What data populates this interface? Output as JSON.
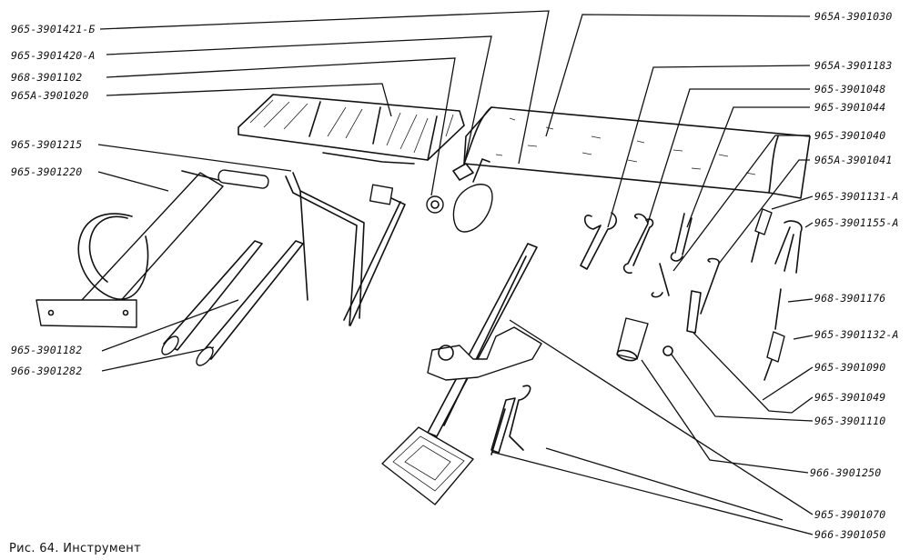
{
  "caption": "Рис. 64. Инструмент",
  "labels": [
    {
      "id": "l1",
      "text": "965-3901421-Б"
    },
    {
      "id": "l2",
      "text": "965-3901420-А"
    },
    {
      "id": "l3",
      "text": "968-3901102"
    },
    {
      "id": "l4",
      "text": "965А-3901020"
    },
    {
      "id": "l5",
      "text": "965-3901215"
    },
    {
      "id": "l6",
      "text": "965-3901220"
    },
    {
      "id": "l7",
      "text": "965-3901182"
    },
    {
      "id": "l8",
      "text": "966-3901282"
    },
    {
      "id": "r1",
      "text": "965А-3901030"
    },
    {
      "id": "r2",
      "text": "965А-3901183"
    },
    {
      "id": "r3",
      "text": "965-3901048"
    },
    {
      "id": "r4",
      "text": "965-3901044"
    },
    {
      "id": "r5",
      "text": "965-3901040"
    },
    {
      "id": "r6",
      "text": "965А-3901041"
    },
    {
      "id": "r7",
      "text": "965-3901131-А"
    },
    {
      "id": "r8",
      "text": "965-3901155-А"
    },
    {
      "id": "r9",
      "text": "968-3901176"
    },
    {
      "id": "r10",
      "text": "965-3901132-А"
    },
    {
      "id": "r11",
      "text": "965-3901090"
    },
    {
      "id": "r12",
      "text": "965-3901049"
    },
    {
      "id": "r13",
      "text": "965-3901110"
    },
    {
      "id": "r14",
      "text": "966-3901250"
    },
    {
      "id": "r15",
      "text": "965-3901070"
    },
    {
      "id": "r16",
      "text": "966-3901050"
    }
  ]
}
